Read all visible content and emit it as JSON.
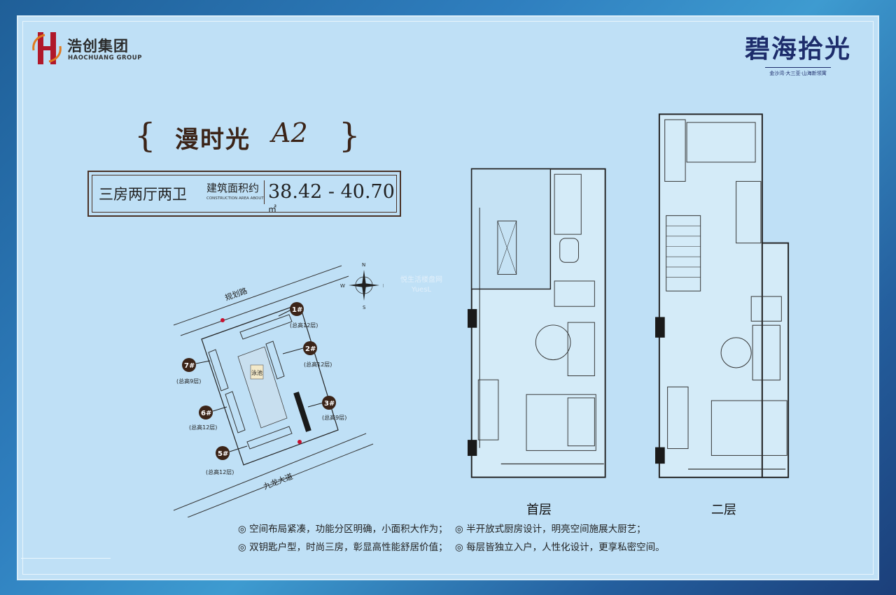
{
  "logo": {
    "cn": "浩创集团",
    "en": "HAOCHUANG GROUP"
  },
  "brand": {
    "name": "碧海拾光",
    "slogan": "金沙湾·大三亚·山海新领寓"
  },
  "unit": {
    "name": "漫时光",
    "code": "A2"
  },
  "spec": {
    "rooms": "三房两厅两卫",
    "area_label": "建筑面积约",
    "area_label_en": "CONSTRUCTION AREA ABOUT",
    "area": "38.42 - 40.70",
    "unit": "㎡"
  },
  "site": {
    "roads": [
      "规划路",
      "九龙大道"
    ],
    "pool": "泳池",
    "compass": [
      "N",
      "W",
      "E",
      "S"
    ],
    "buildings": [
      {
        "id": "1#",
        "height": "(总高12层)"
      },
      {
        "id": "2#",
        "height": "(总高12层)"
      },
      {
        "id": "3#",
        "height": "(总高9层)"
      },
      {
        "id": "5#",
        "height": "(总高12层)"
      },
      {
        "id": "6#",
        "height": "(总高12层)"
      },
      {
        "id": "7#",
        "height": "(总高9层)"
      }
    ]
  },
  "plans": {
    "first": "首层",
    "second": "二层"
  },
  "watermark": {
    "line1": "悦生活楼盘网",
    "line2": "YuesL"
  },
  "features": [
    "◎ 空间布局紧凑，功能分区明确，小面积大作为；",
    "◎ 半开放式厨房设计，明亮空间施展大厨艺；",
    "◎ 双钥匙户型，时尚三房，彰显高性能舒居价值；",
    "◎ 每层皆独立入户，人性化设计，更享私密空间。"
  ],
  "colors": {
    "card": "#bfe0f6",
    "brown": "#3b2418",
    "red": "#c8102e",
    "navy": "#1d2c6b"
  }
}
